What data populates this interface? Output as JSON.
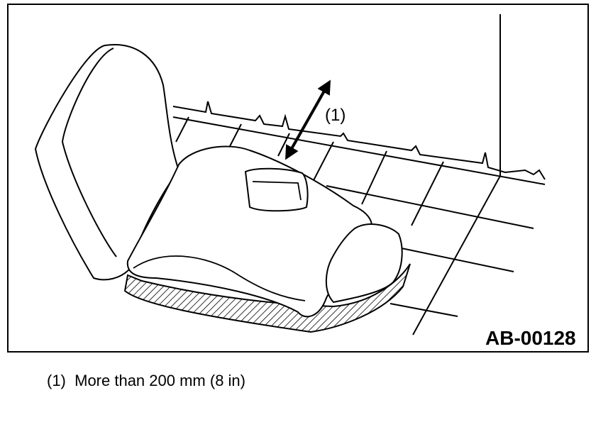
{
  "figure": {
    "callout_label": "(1)",
    "figure_code": "AB-00128"
  },
  "legend": {
    "caption": "(1)  More than 200 mm (8 in)"
  }
}
